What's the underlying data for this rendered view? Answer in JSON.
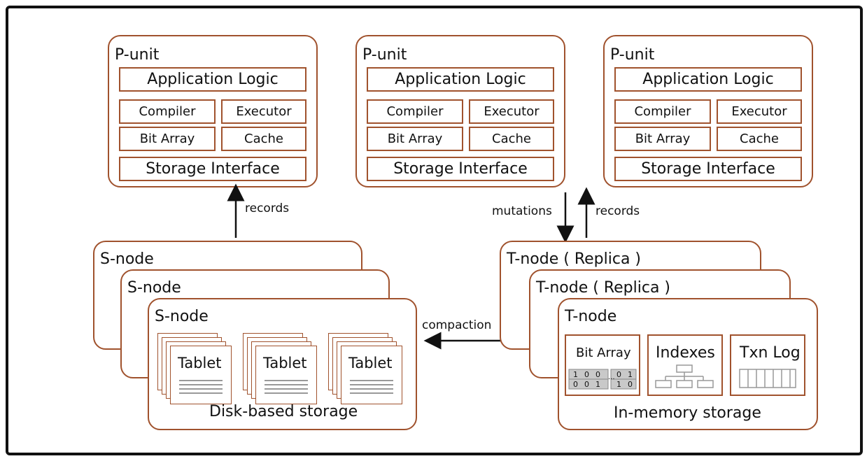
{
  "punits": [
    {
      "title": "P-unit",
      "app": "Application Logic",
      "compiler": "Compiler",
      "executor": "Executor",
      "bitarray": "Bit Array",
      "cache": "Cache",
      "storage": "Storage Interface"
    },
    {
      "title": "P-unit",
      "app": "Application Logic",
      "compiler": "Compiler",
      "executor": "Executor",
      "bitarray": "Bit Array",
      "cache": "Cache",
      "storage": "Storage Interface"
    },
    {
      "title": "P-unit",
      "app": "Application Logic",
      "compiler": "Compiler",
      "executor": "Executor",
      "bitarray": "Bit Array",
      "cache": "Cache",
      "storage": "Storage Interface"
    }
  ],
  "arrows": {
    "records_left": "records",
    "mutations": "mutations",
    "records_right": "records",
    "compaction": "compaction"
  },
  "snodes": [
    "S-node",
    "S-node",
    "S-node"
  ],
  "tablets": [
    "Tablet",
    "Tablet",
    "Tablet"
  ],
  "disk_label": "Disk-based storage",
  "tnodes": [
    "T-node ( Replica )",
    "T-node ( Replica )",
    "T-node"
  ],
  "tnode_cells": {
    "bitarray": "Bit Array",
    "indexes": "Indexes",
    "txnlog": "Txn Log"
  },
  "bit_rows": [
    [
      "1",
      "0",
      "0",
      "0",
      "1"
    ],
    [
      "0",
      "0",
      "1",
      "1",
      "0"
    ]
  ],
  "bit_ellipsis": "...",
  "memory_label": "In-memory storage",
  "colors": {
    "border": "#a0522d",
    "frame": "#111111"
  }
}
